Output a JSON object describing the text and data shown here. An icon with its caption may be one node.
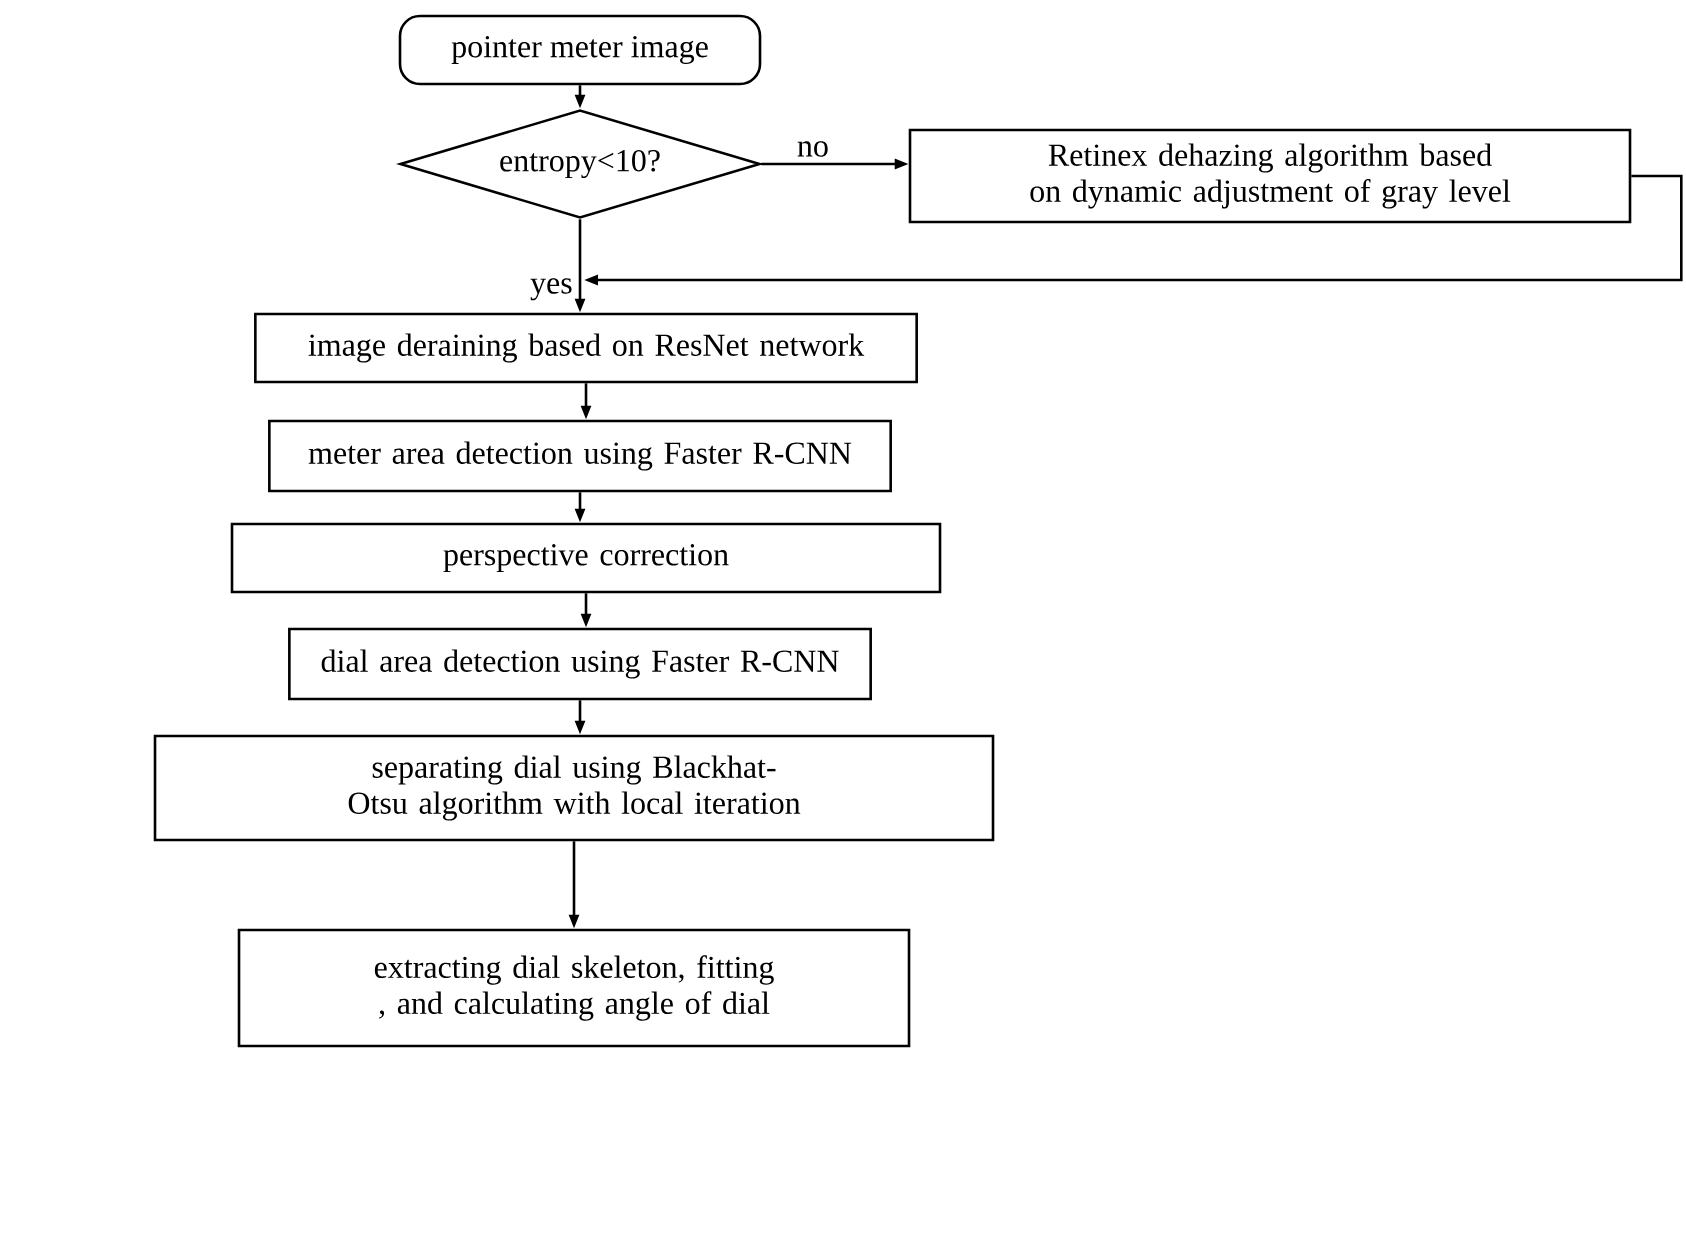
{
  "diagram": {
    "nodes": [
      {
        "text": [
          "pointer meter image"
        ]
      },
      {
        "text": [
          "entropy<10?"
        ]
      },
      {
        "text": [
          "Retinex dehazing algorithm based on dynamic adjustment of gray level"
        ]
      },
      {
        "text": [
          "image deraining based on ResNet network"
        ]
      },
      {
        "text": [
          "meter area detection using Faster R-CNN"
        ]
      },
      {
        "text": [
          "perspective correction"
        ]
      },
      {
        "text": [
          "dial area detection using Faster R-CNN"
        ]
      },
      {
        "text": [
          "separating dial using Blackhat-Otsu algorithm with local iteration"
        ]
      },
      {
        "text": [
          "extracting dial skeleton, fitting , and calculating angle of dial"
        ]
      }
    ],
    "edges": [
      {
        "from": 0,
        "to": 1,
        "arrow": "to"
      },
      {
        "from": 1,
        "to": 2,
        "arrow": "to",
        "label": "no"
      },
      {
        "from": 1,
        "to": 3,
        "arrow": "to",
        "label": "yes"
      },
      {
        "from": 2,
        "to": 3,
        "arrow": "to"
      },
      {
        "from": 3,
        "to": 4,
        "arrow": "to"
      },
      {
        "from": 4,
        "to": 5,
        "arrow": "to"
      },
      {
        "from": 5,
        "to": 6,
        "arrow": "to"
      },
      {
        "from": 6,
        "to": 7,
        "arrow": "to"
      },
      {
        "from": 7,
        "to": 8,
        "arrow": "to"
      }
    ]
  }
}
